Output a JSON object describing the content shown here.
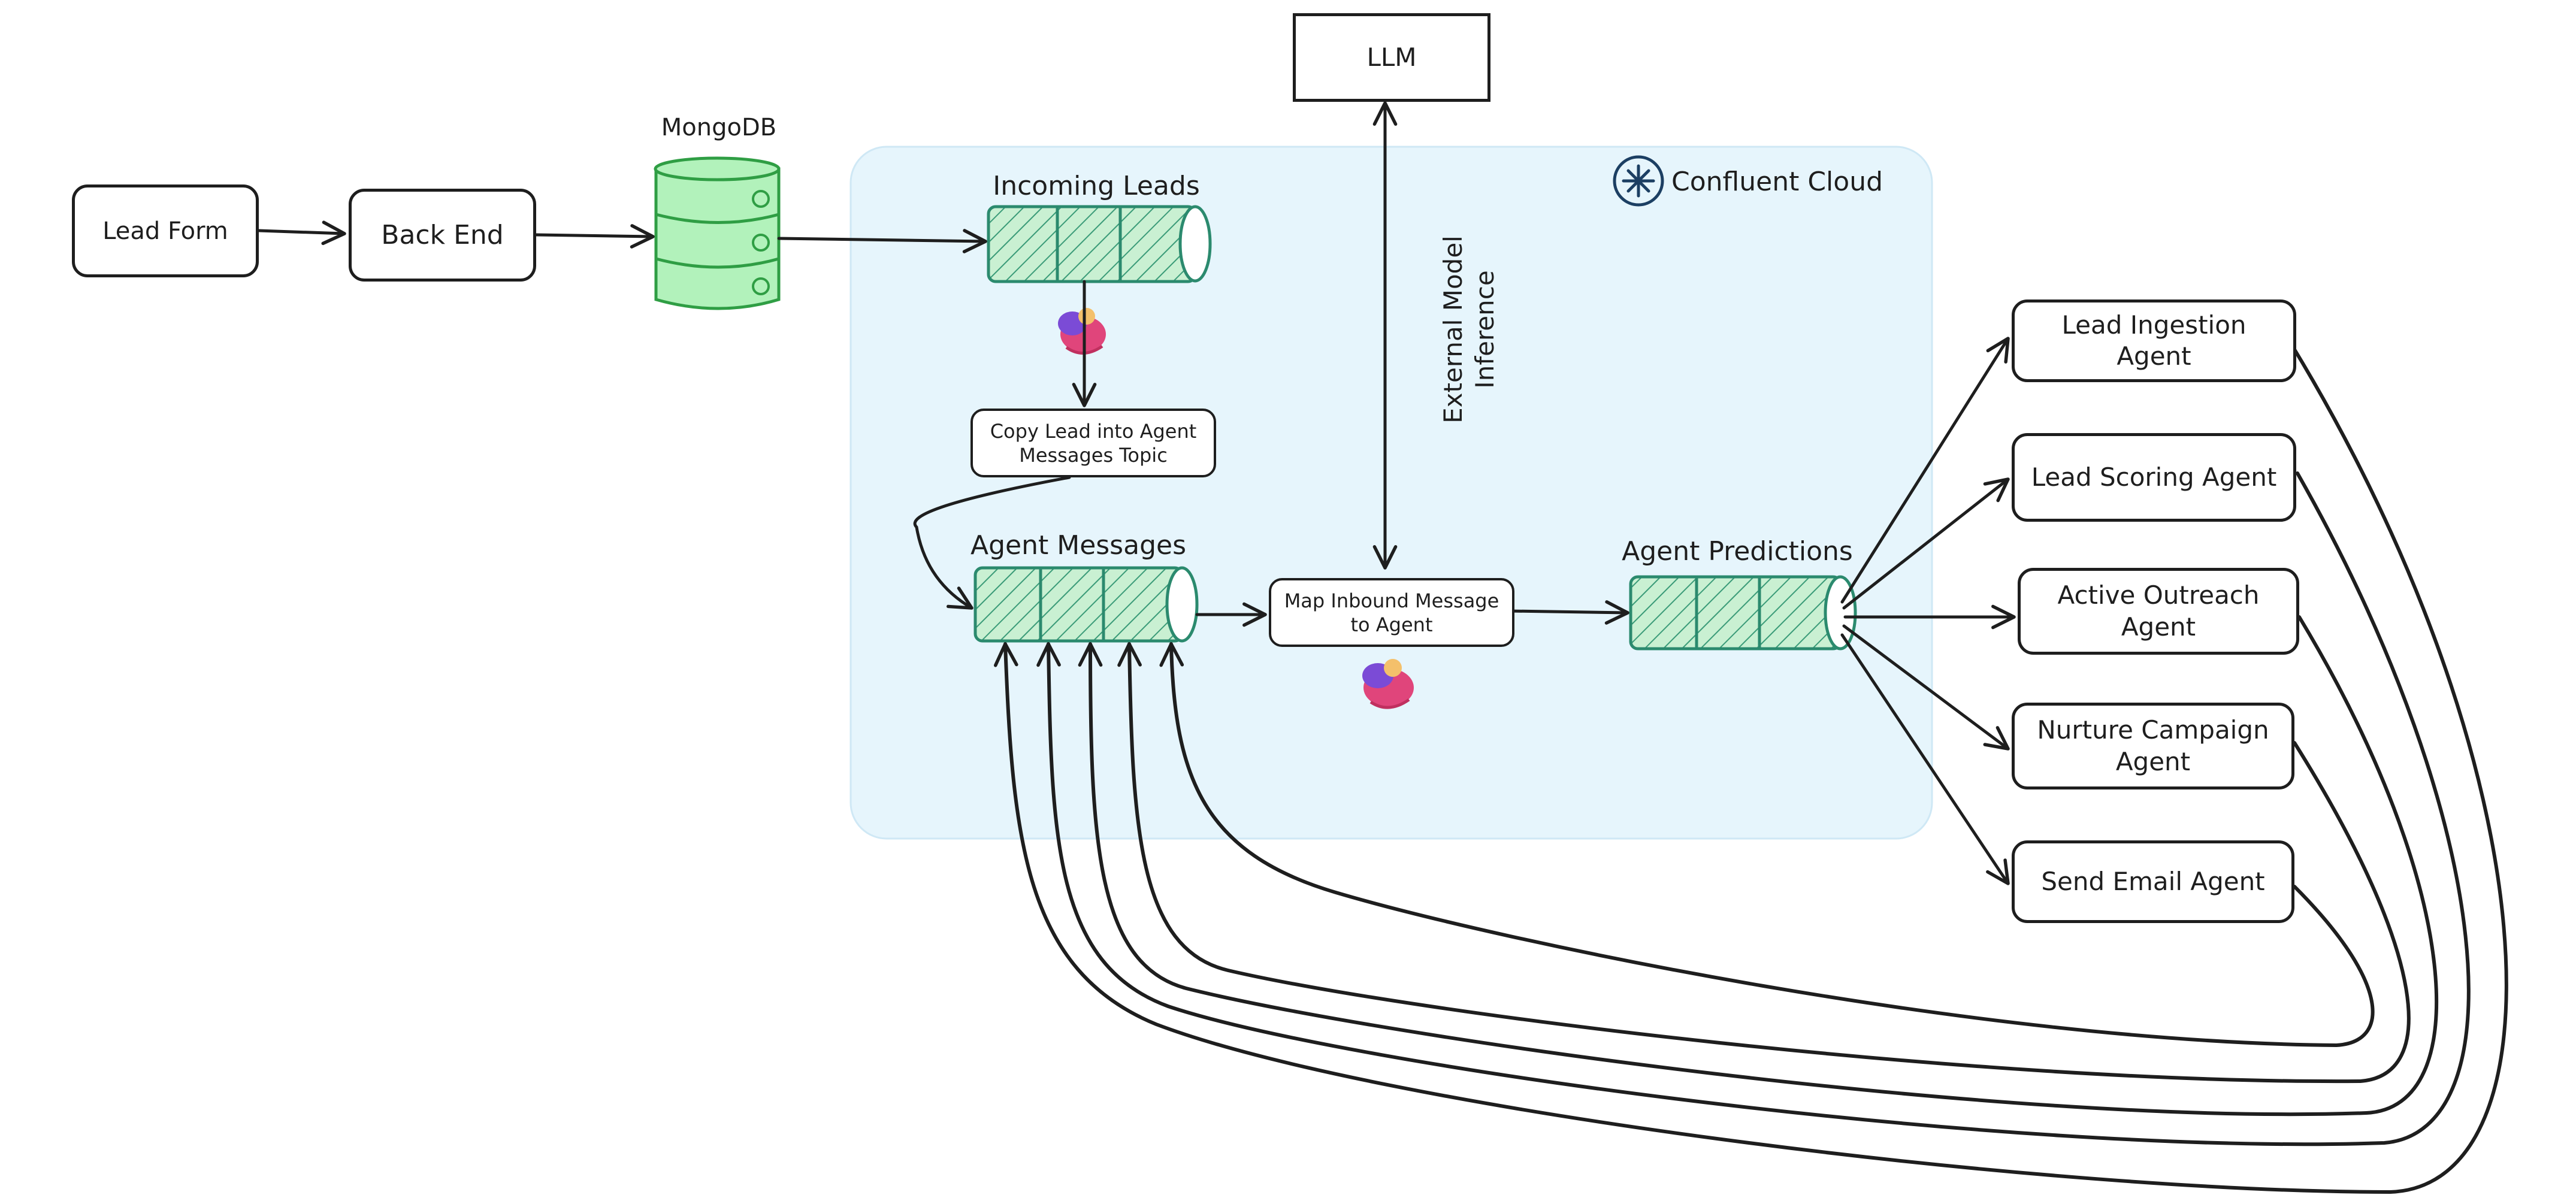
{
  "nodes": {
    "lead_form": "Lead Form",
    "back_end": "Back End",
    "mongodb": "MongoDB",
    "llm": "LLM",
    "confluent_cloud": "Confluent Cloud",
    "incoming_leads": "Incoming Leads",
    "copy_lead": [
      "Copy Lead into Agent",
      "Messages Topic"
    ],
    "agent_messages": "Agent Messages",
    "map_inbound": [
      "Map Inbound Message",
      "to Agent"
    ],
    "agent_predictions": "Agent Predictions",
    "external_inference": [
      "External Model",
      "Inference"
    ],
    "agents": [
      [
        "Lead Ingestion",
        "Agent"
      ],
      [
        "Lead Scoring Agent"
      ],
      [
        "Active Outreach",
        "Agent"
      ],
      [
        "Nurture Campaign",
        "Agent"
      ],
      [
        "Send Email Agent"
      ]
    ]
  },
  "colors": {
    "stroke": "#1e1e1e",
    "cloud_region": "#e6f5fc",
    "topic_fill": "#b2f2bb",
    "topic_stroke": "#2b8a6e",
    "db_fill": "#b2f2bb",
    "db_stroke": "#2f9e44",
    "flink_primary": "#e0457b",
    "flink_secondary": "#7b4bd6",
    "confluent_logo": "#1c3f63"
  },
  "icons": {
    "database": "mongodb-database-icon",
    "topic": "kafka-topic-cylinder-icon",
    "processor": "flink-squirrel-icon",
    "cloud_logo": "confluent-logo-icon"
  }
}
